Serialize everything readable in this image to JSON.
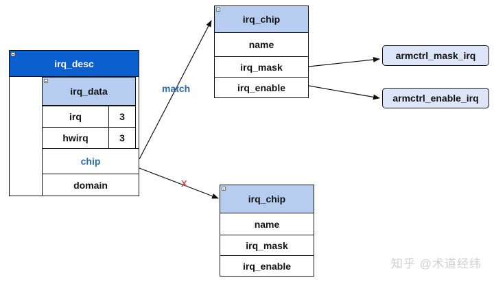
{
  "irq_desc": {
    "title": "irq_desc",
    "irq_data": {
      "title": "irq_data",
      "rows": [
        {
          "key": "irq",
          "value": "3"
        },
        {
          "key": "hwirq",
          "value": "3"
        }
      ],
      "chip": "chip",
      "domain": "domain"
    }
  },
  "chip_top": {
    "title": "irq_chip",
    "fields": [
      "name",
      "irq_mask",
      "irq_enable"
    ]
  },
  "chip_bottom": {
    "title": "irq_chip",
    "fields": [
      "name",
      "irq_mask",
      "irq_enable"
    ]
  },
  "functions": {
    "mask": "armctrl_mask_irq",
    "enable": "armctrl_enable_irq"
  },
  "edges": {
    "match_label": "match",
    "mismatch_label": "X"
  },
  "colors": {
    "header_dark": "#0b5fcf",
    "header_light": "#b7cdf0",
    "function_fill": "#dce6f8",
    "match_label": "#2d6ca8",
    "mismatch_mark": "#d04a4a"
  },
  "watermark": "知乎 @术道经纬"
}
